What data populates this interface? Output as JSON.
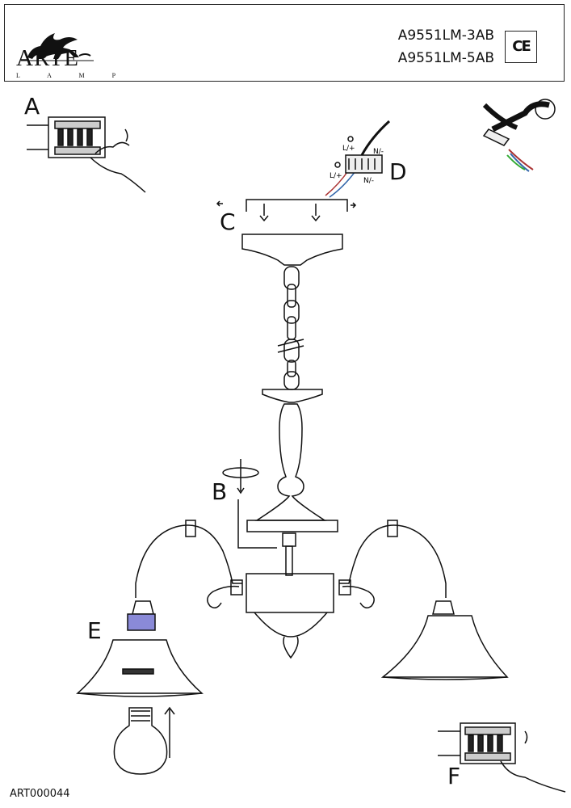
{
  "header": {
    "brand": "ARTE",
    "brand_sub": "L A M P",
    "models": [
      "A9551LM-3AB",
      "A9551LM-5AB"
    ],
    "ce_mark": "CE",
    "logo_icon": "winged-lion-icon"
  },
  "steps": {
    "A": "A",
    "B": "B",
    "C": "C",
    "D": "D",
    "E": "E",
    "F": "F"
  },
  "wiring": {
    "live_upper": "L/+",
    "neutral_upper": "N/-",
    "live_lower": "L/+",
    "neutral_lower": "N/-"
  },
  "footer": {
    "article_code": "ART000044"
  }
}
